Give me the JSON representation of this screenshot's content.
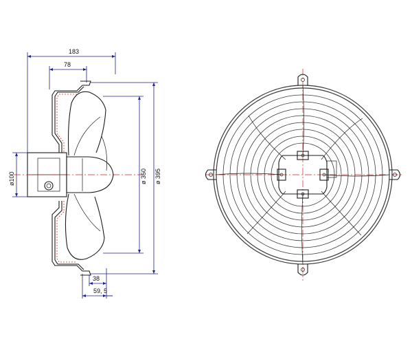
{
  "dimensions": {
    "overall_depth": "183",
    "motor_depth": "78",
    "blade_offset": "38",
    "flange_offset": "59, 5",
    "hub_diameter": "ø100",
    "blade_diameter": "ø 350",
    "guard_diameter": "ø 395"
  },
  "icons": {
    "side_view": "fan-side-view",
    "front_view": "fan-guard-front-view"
  },
  "colors": {
    "dimension_lines": "#1f1f8f",
    "center_lines": "#d62020",
    "outline": "#1a1a1a"
  }
}
